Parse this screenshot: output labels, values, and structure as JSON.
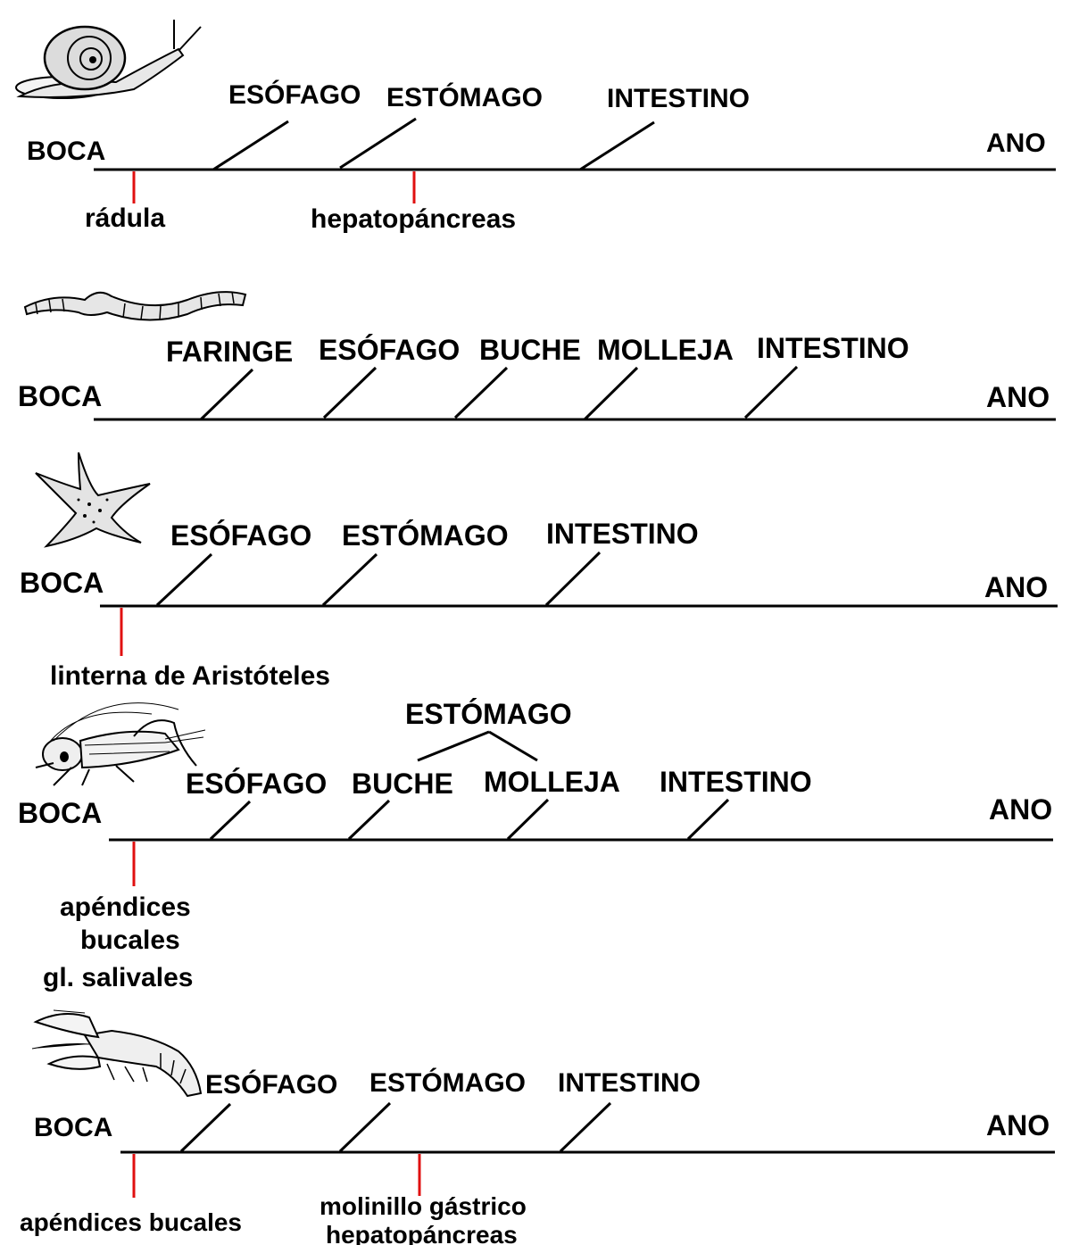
{
  "labels": {
    "boca": "BOCA",
    "ano": "ANO"
  },
  "rows": [
    {
      "organs": [
        "ESÓFAGO",
        "ESTÓMAGO",
        "INTESTINO"
      ],
      "below": [
        "rádula",
        "hepatopáncreas"
      ]
    },
    {
      "organs": [
        "FARINGE",
        "ESÓFAGO",
        "BUCHE",
        "MOLLEJA",
        "INTESTINO"
      ],
      "below": []
    },
    {
      "organs": [
        "ESÓFAGO",
        "ESTÓMAGO",
        "INTESTINO"
      ],
      "below": [
        "linterna de Aristóteles"
      ]
    },
    {
      "group": "ESTÓMAGO",
      "organs": [
        "ESÓFAGO",
        "BUCHE",
        "MOLLEJA",
        "INTESTINO"
      ],
      "below": [
        "apéndices",
        "bucales",
        "gl. salivales"
      ]
    },
    {
      "organs": [
        "ESÓFAGO",
        "ESTÓMAGO",
        "INTESTINO"
      ],
      "below": [
        "apéndices bucales",
        "molinillo gástrico",
        "hepatopáncreas"
      ]
    }
  ],
  "colors": {
    "line": "#000000",
    "marker": "#e01010"
  },
  "icons": [
    "snail-icon",
    "earthworm-icon",
    "starfish-icon",
    "cricket-icon",
    "crayfish-icon"
  ]
}
